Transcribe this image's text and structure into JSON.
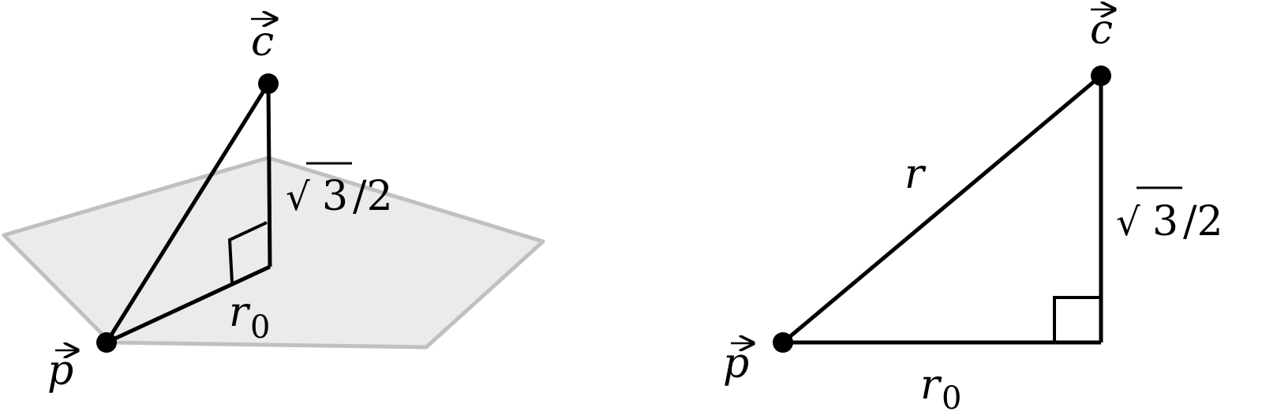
{
  "left_diagram": {
    "point_c": "c",
    "point_p": "p",
    "height_label": {
      "radical": "√",
      "radicand": "3",
      "rest": "/2"
    },
    "base_label": {
      "symbol": "r",
      "subscript": "0"
    }
  },
  "right_diagram": {
    "point_c": "c",
    "point_p": "p",
    "hypotenuse_label": "r",
    "height_label": {
      "radical": "√",
      "radicand": "3",
      "rest": "/2"
    },
    "base_label": {
      "symbol": "r",
      "subscript": "0"
    }
  },
  "colors": {
    "plane_fill": "#ebebeb",
    "plane_stroke": "#c0c0c0",
    "line": "#000000"
  }
}
